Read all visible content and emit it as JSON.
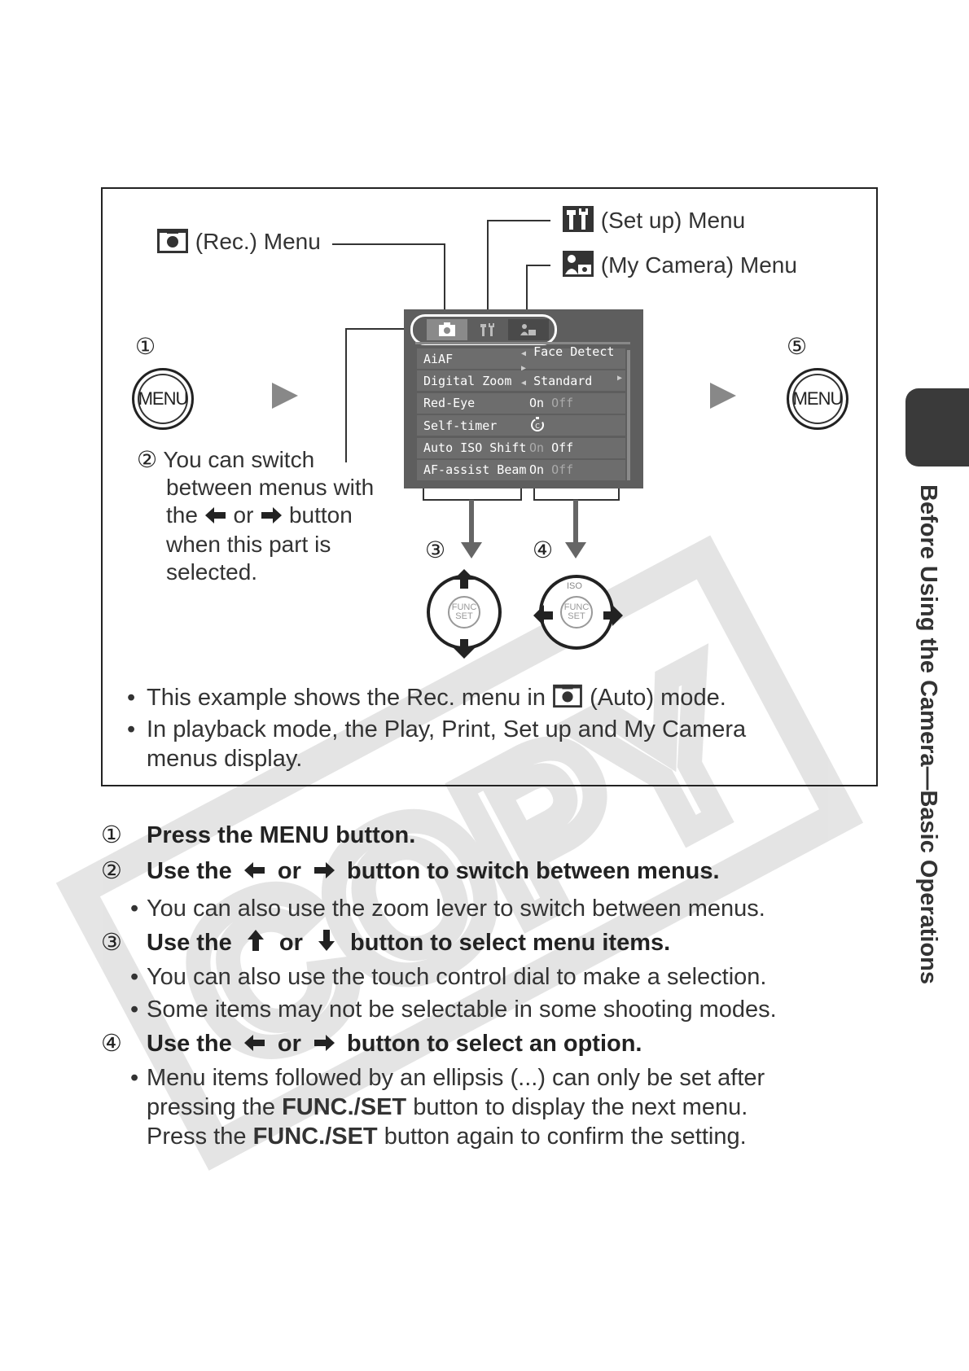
{
  "diagram": {
    "rec_menu_label": "(Rec.) Menu",
    "setup_menu_label": "(Set up) Menu",
    "mycamera_menu_label": "(My Camera) Menu",
    "step_numbers": [
      "①",
      "②",
      "③",
      "④",
      "⑤"
    ],
    "menu_button_text": "MENU",
    "note": {
      "line1": "You can switch",
      "line2": "between menus with",
      "line3_the": "the",
      "line3_or": "or",
      "line3_button": "button",
      "line4": "when this part is",
      "line5": "selected."
    },
    "lcd": {
      "rows": [
        {
          "name": "AiAF",
          "value_a": "Face Detect",
          "value_b": ""
        },
        {
          "name": "Digital Zoom",
          "value_a": "Standard",
          "value_b": ""
        },
        {
          "name": "Red-Eye",
          "value_a": "On",
          "value_b": "Off"
        },
        {
          "name": "Self-timer",
          "value_a": "ꀀ",
          "value_b": ""
        },
        {
          "name": "Auto ISO Shift",
          "value_a": "On",
          "value_b": "Off"
        },
        {
          "name": "AF-assist Beam",
          "value_a": "On",
          "value_b": "Off"
        }
      ]
    },
    "dial_center_top": "FUNC",
    "dial_center_bottom": "SET",
    "dial_top_label": "ISO",
    "bullets": [
      {
        "before": "This example shows the Rec. menu in",
        "after": "(Auto) mode."
      },
      {
        "line1": "In playback mode, the Play, Print, Set up and My Camera",
        "line2": "menus display."
      }
    ]
  },
  "steps": {
    "s1": {
      "num": "①",
      "text": "Press the MENU button."
    },
    "s2": {
      "num": "②",
      "the": "Use the",
      "or": "or",
      "rest": "button to switch between menus."
    },
    "s2_sub": "You can also use the zoom lever to switch between menus.",
    "s3": {
      "num": "③",
      "the": "Use the",
      "or": "or",
      "rest": "button to select menu items."
    },
    "s3_sub1": "You can also use the touch control dial to make a selection.",
    "s3_sub2": "Some items may not be selectable in some shooting modes.",
    "s4": {
      "num": "④",
      "the": "Use the",
      "or": "or",
      "rest": "button to select an option."
    },
    "s4_sub": {
      "line1": "Menu items followed by an ellipsis (...) can only be set after",
      "line2_a": "pressing the",
      "line2_b": "FUNC./SET",
      "line2_c": "button to display the next menu.",
      "line3_a": "Press the",
      "line3_b": "FUNC./SET",
      "line3_c": "button again to confirm the setting."
    }
  },
  "side_title": "Before Using the Camera—Basic Operations",
  "watermark_text": "COPY",
  "colors": {
    "text": "#222222",
    "tab": "#3a3a3a",
    "lcd_bg": "#5e5e5e",
    "watermark": "#d8d8d8"
  }
}
